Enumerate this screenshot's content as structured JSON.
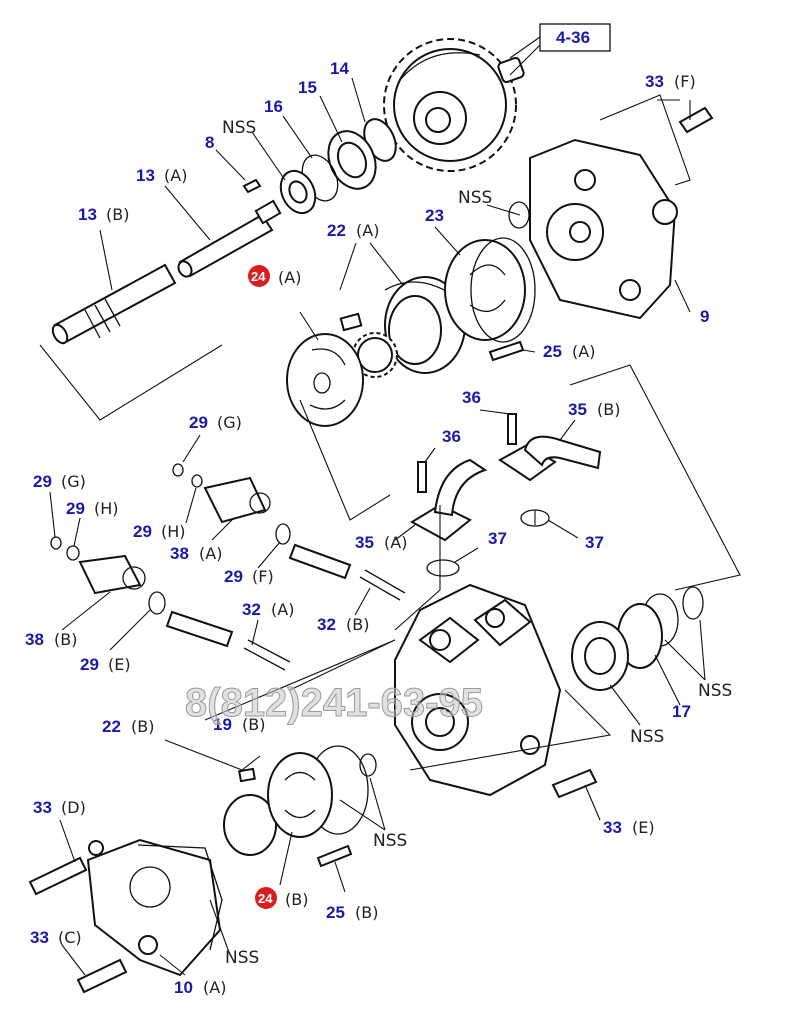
{
  "watermark": "8(812)241-63-95",
  "callouts": [
    {
      "id": "c-4-36",
      "num": "4-36",
      "suffix": "",
      "boxed": true
    },
    {
      "id": "c-33F",
      "num": "33",
      "suffix": "(F)"
    },
    {
      "id": "c-14",
      "num": "14",
      "suffix": ""
    },
    {
      "id": "c-15",
      "num": "15",
      "suffix": ""
    },
    {
      "id": "c-16",
      "num": "16",
      "suffix": ""
    },
    {
      "id": "c-8",
      "num": "8",
      "suffix": ""
    },
    {
      "id": "c-13A",
      "num": "13",
      "suffix": "(A)"
    },
    {
      "id": "c-13B",
      "num": "13",
      "suffix": "(B)"
    },
    {
      "id": "c-22A",
      "num": "22",
      "suffix": "(A)"
    },
    {
      "id": "c-23",
      "num": "23",
      "suffix": ""
    },
    {
      "id": "c-24A",
      "num": "24",
      "suffix": "(A)",
      "red_badge": true
    },
    {
      "id": "c-25A",
      "num": "25",
      "suffix": "(A)"
    },
    {
      "id": "c-9",
      "num": "9",
      "suffix": ""
    },
    {
      "id": "c-29G1",
      "num": "29",
      "suffix": "(G)"
    },
    {
      "id": "c-29H1",
      "num": "29",
      "suffix": "(H)"
    },
    {
      "id": "c-38A",
      "num": "38",
      "suffix": "(A)"
    },
    {
      "id": "c-29F",
      "num": "29",
      "suffix": "(F)"
    },
    {
      "id": "c-29G2",
      "num": "29",
      "suffix": "(G)"
    },
    {
      "id": "c-29H2",
      "num": "29",
      "suffix": "(H)"
    },
    {
      "id": "c-36a",
      "num": "36",
      "suffix": ""
    },
    {
      "id": "c-36b",
      "num": "36",
      "suffix": ""
    },
    {
      "id": "c-35B",
      "num": "35",
      "suffix": "(B)"
    },
    {
      "id": "c-35A",
      "num": "35",
      "suffix": "(A)"
    },
    {
      "id": "c-37a",
      "num": "37",
      "suffix": ""
    },
    {
      "id": "c-37b",
      "num": "37",
      "suffix": ""
    },
    {
      "id": "c-38B",
      "num": "38",
      "suffix": "(B)"
    },
    {
      "id": "c-29E",
      "num": "29",
      "suffix": "(E)"
    },
    {
      "id": "c-32A",
      "num": "32",
      "suffix": "(A)"
    },
    {
      "id": "c-32B",
      "num": "32",
      "suffix": "(B)"
    },
    {
      "id": "c-19B",
      "num": "19",
      "suffix": "(B)"
    },
    {
      "id": "c-22B",
      "num": "22",
      "suffix": "(B)"
    },
    {
      "id": "c-17",
      "num": "17",
      "suffix": ""
    },
    {
      "id": "c-33E",
      "num": "33",
      "suffix": "(E)"
    },
    {
      "id": "c-33D",
      "num": "33",
      "suffix": "(D)"
    },
    {
      "id": "c-24B",
      "num": "24",
      "suffix": "(B)",
      "red_badge": true
    },
    {
      "id": "c-25B",
      "num": "25",
      "suffix": "(B)"
    },
    {
      "id": "c-33C",
      "num": "33",
      "suffix": "(C)"
    },
    {
      "id": "c-10A",
      "num": "10",
      "suffix": "(A)"
    }
  ],
  "nss_labels": [
    "NSS",
    "NSS",
    "NSS",
    "NSS",
    "NSS",
    "NSS"
  ],
  "colors": {
    "callout": "#1a1aa8",
    "badge": "#d81e1e",
    "line": "#111111"
  }
}
